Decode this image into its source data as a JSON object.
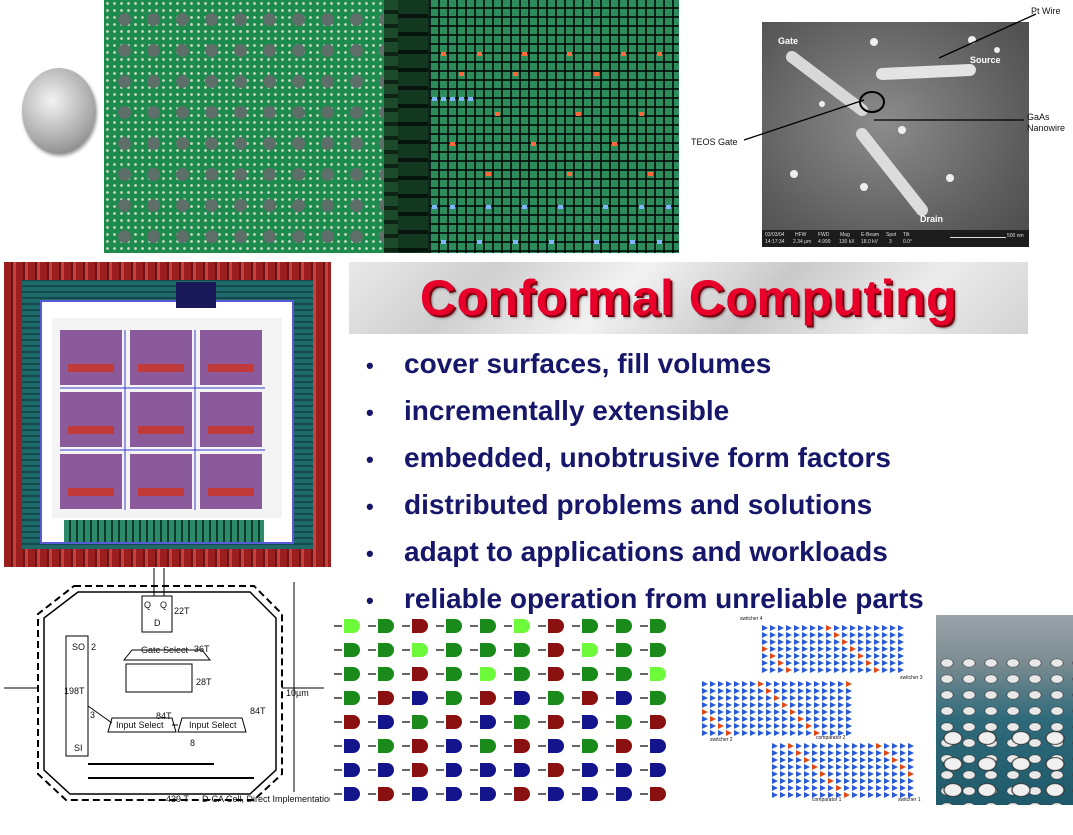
{
  "title": "Conformal Computing",
  "bullets": [
    "cover surfaces, fill volumes",
    "incrementally extensible",
    "embedded, unobtrusive form factors",
    "distributed problems and solutions",
    "adapt to applications and workloads",
    "reliable operation from unreliable parts"
  ],
  "sem_image": {
    "labels": {
      "gate": "Gate",
      "source": "Source",
      "drain": "Drain",
      "pt_wire": "Pt Wire",
      "teos_gate": "TEOS Gate",
      "gaas_nanowire_1": "GaAs",
      "gaas_nanowire_2": "Nanowire"
    },
    "info_bar": {
      "date": "03/03/04",
      "time": "14:17:34",
      "hfw_label": "HFW",
      "hfw": "2.34 µm",
      "fwd_label": "FWD",
      "fwd": "4.999",
      "mag_label": "Mag",
      "mag": "130 kX",
      "ebeam_label": "E-Beam",
      "ebeam": "18.0 kV",
      "spot_label": "Spot",
      "spot": "3",
      "tilt_label": "Tilt",
      "tilt": "0.0°",
      "scale": "500 nm"
    }
  },
  "circuit_diagram": {
    "q": "Q",
    "q_bar": "Q",
    "d": "D",
    "t22": "22T",
    "gate_select": "Gate Select",
    "t36": "36T",
    "t28": "28T",
    "so": "SO",
    "two": "2",
    "t198": "198T",
    "t84a": "84T",
    "t84b": "84T",
    "three": "3",
    "input_select_1": "Input Select",
    "input_select_2": "Input Select",
    "eight": "8",
    "si": "SI",
    "dimension": "10µm",
    "transistor_count": "439 T",
    "caption": "D-CA Cell, Direct Implementation"
  },
  "switch_diagram": {
    "switcher4": "switcher 4",
    "switcher3": "switcher 3",
    "switcher2": "switcher 2",
    "switcher1": "switcher 1",
    "comparator2": "comparator 2",
    "comparator1": "comparator 1"
  },
  "colors": {
    "title_red": "#e8002a",
    "bullet_navy": "#16166a",
    "pcb_green": "#1d8a4e",
    "cell_green": "#1a8a1a",
    "cell_red": "#8b1010",
    "cell_blue": "#14148c",
    "cell_lime": "#6dfa3a"
  }
}
